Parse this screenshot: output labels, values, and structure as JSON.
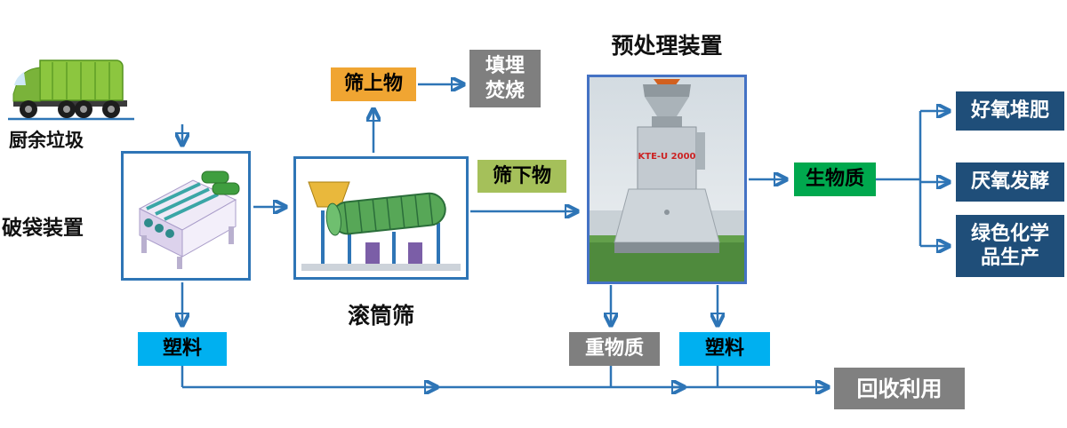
{
  "diagram": {
    "type": "process-flow",
    "source": {
      "label": "厨余垃圾"
    },
    "machines": {
      "bag_breaker": {
        "label": "破袋装置"
      },
      "drum_screen": {
        "label": "滚筒筛"
      },
      "pretreatment": {
        "label": "预处理装置",
        "photo_text": "KTE-U 2000"
      }
    },
    "boxes": {
      "oversize": {
        "label": "筛上物",
        "bg": "#F0A532",
        "text": "#000000"
      },
      "landfill": {
        "label": "填埋\n焚烧",
        "bg": "#7F7F7F",
        "text": "#FFFFFF"
      },
      "undersize": {
        "label": "筛下物",
        "bg": "#A5C05A",
        "text": "#000000"
      },
      "biomass": {
        "label": "生物质",
        "bg": "#00A84E",
        "text": "#000000"
      },
      "aerobic_compost": {
        "label": "好氧堆肥",
        "bg": "#1F4E79",
        "text": "#FFFFFF"
      },
      "anaerobic_digestion": {
        "label": "厌氧发酵",
        "bg": "#1F4E79",
        "text": "#FFFFFF"
      },
      "green_chemicals": {
        "label": "绿色化学\n品生产",
        "bg": "#1F4E79",
        "text": "#FFFFFF"
      },
      "plastic_left": {
        "label": "塑料",
        "bg": "#00B0F0",
        "text": "#000000"
      },
      "heavy_material": {
        "label": "重物质",
        "bg": "#7F7F7F",
        "text": "#FFFFFF"
      },
      "plastic_right": {
        "label": "塑料",
        "bg": "#00B0F0",
        "text": "#000000"
      },
      "recycling": {
        "label": "回收利用",
        "bg": "#808080",
        "text": "#FFFFFF"
      }
    },
    "arrow_color": "#2E75B6"
  }
}
